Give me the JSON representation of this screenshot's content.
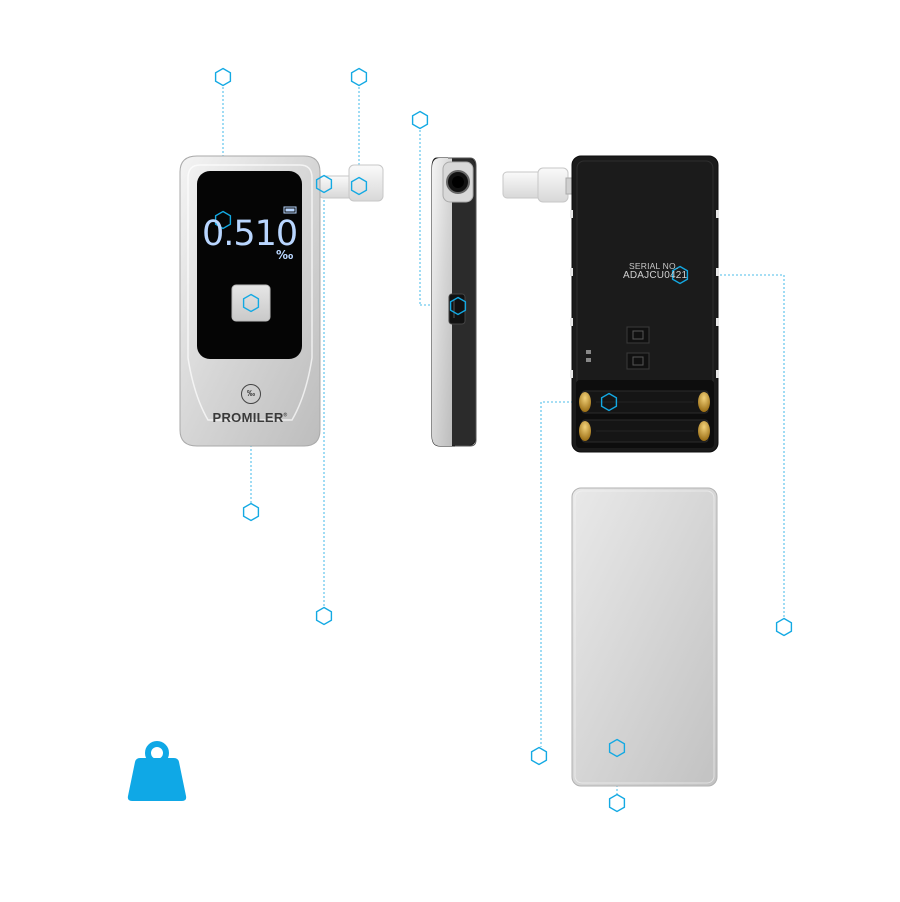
{
  "device": {
    "display_reading": "0.510",
    "display_unit": "‰",
    "brand_name": "PROMILER",
    "brand_mark": "®",
    "permille_symbol": "‰",
    "serial_label": "SERIAL NO.",
    "serial_value": "ADAJCU0421"
  },
  "callouts": {
    "marker_shape": "hexagon-icon",
    "marker_color": "#13a9e3",
    "line_style": "dotted"
  },
  "weight_badge": {
    "icon": "weight-icon",
    "color": "#0fa8e6"
  },
  "colors": {
    "screen": "#050505",
    "body_silver": "#dcdcdc",
    "back_panel": "#1b1b1b",
    "lcd_text": "#b9d6ff"
  }
}
